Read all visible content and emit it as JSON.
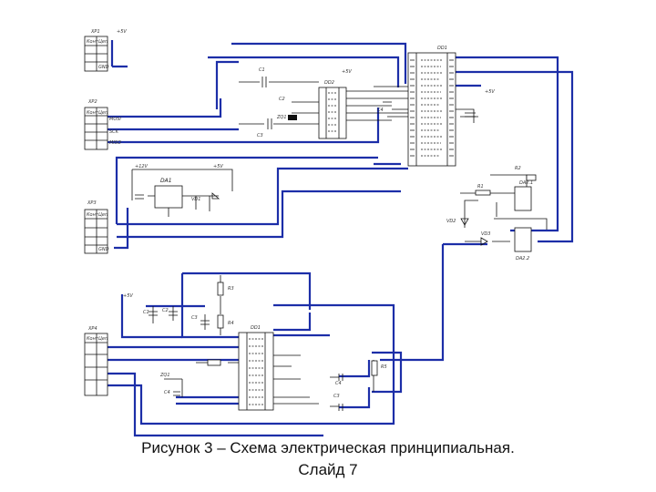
{
  "caption": {
    "line1": "Рисунок 3 – Схема электрическая принципиальная.",
    "line2": "Слайд 7"
  },
  "labels": {
    "xp1": "XP1",
    "xp2": "XP2",
    "xp3": "XP3",
    "xp4": "XP4",
    "dd1": "DD1",
    "dd2": "DD2",
    "da1": "DA1",
    "da21": "DA2.1",
    "da22": "DA2.2",
    "vd1": "VD1",
    "vd2": "VD2",
    "vd3": "VD3",
    "c1": "C1",
    "c2": "C2",
    "c3": "C3",
    "c4": "C4",
    "r1": "R1",
    "r2": "R2",
    "r3": "R3",
    "r4": "R4",
    "r5": "R5",
    "zq1": "ZQ1",
    "plus5v": "+5V",
    "plus12v": "+12V",
    "gnd": "GND",
    "mosi": "MOSI",
    "sck": "SCK",
    "miso": "MISO",
    "cont": "Конт",
    "tsep": "Цеп"
  },
  "colors": {
    "wire": "#1c2ea8",
    "ink": "#111111"
  }
}
